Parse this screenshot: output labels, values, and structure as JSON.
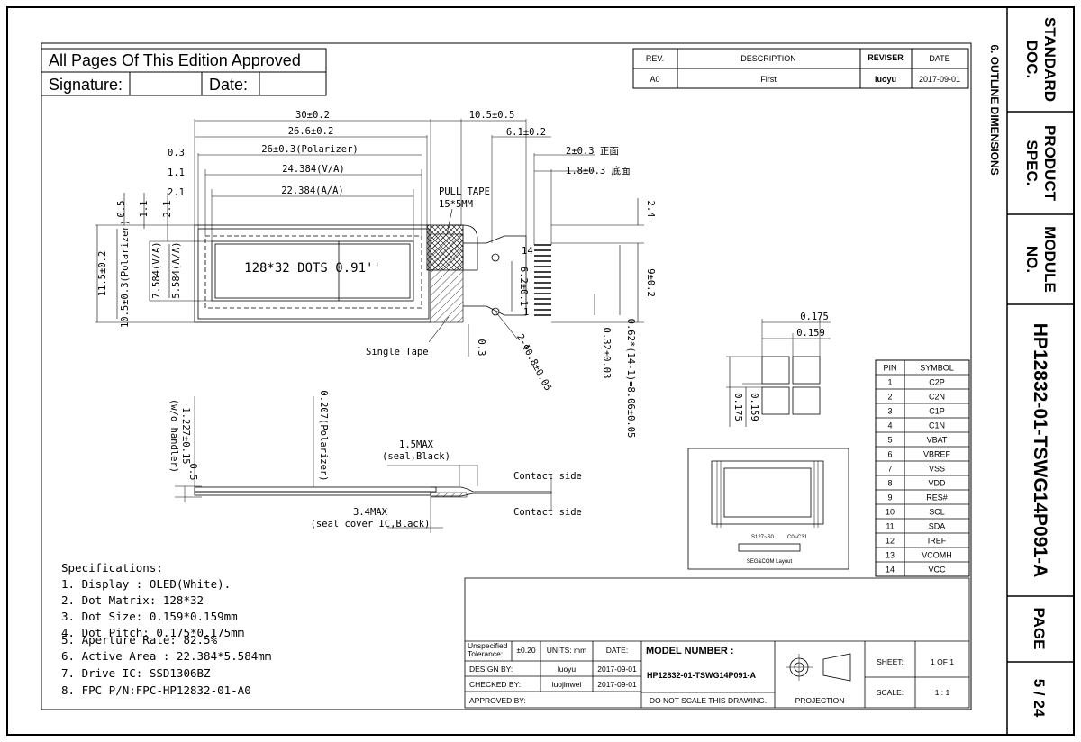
{
  "approval": {
    "title": "All Pages Of This Edition Approved",
    "signature": "Signature:",
    "date": "Date:"
  },
  "revision": {
    "headers": [
      "REV.",
      "DESCRIPTION",
      "REVISER",
      "DATE"
    ],
    "row": [
      "A0",
      "First",
      "luoyu",
      "2017-09-01"
    ]
  },
  "section_title": "6. OUTLINE DIMENSIONS",
  "sidebar": {
    "standard_doc": [
      "STANDARD",
      "DOC."
    ],
    "product_spec": [
      "PRODUCT",
      "SPEC."
    ],
    "module_no": [
      "MODULE",
      "NO."
    ],
    "module_name": "HP12832-01-TSWG14P091-A",
    "page_label": "PAGE",
    "page_value": "5 / 24"
  },
  "front_view": {
    "dims_top": [
      "30±0.2",
      "26.6±0.2",
      "26±0.3(Polarizer)",
      "24.384(V/A)",
      "22.384(A/A)"
    ],
    "dims_left_top": [
      "0.3",
      "1.1",
      "2.1"
    ],
    "dims_right_top": [
      "10.5±0.5",
      "6.1±0.2",
      "2±0.3 正面",
      "1.8±0.3 底面"
    ],
    "dims_vertical": [
      "0.5",
      "1.1",
      "2.1",
      "10.5±0.3(Polarizer)",
      "11.5±0.2",
      "7.584(V/A)",
      "5.584(A/A)",
      "2.4",
      "9±0.2",
      "6.2±0.1",
      "14",
      "1",
      "0.3",
      "0.32±0.03",
      "0.62*(14-1)=8.06±0.05",
      "2-Φ0.8±0.05"
    ],
    "display_text": "128*32 DOTS 0.91''",
    "pull_tape": [
      "PULL TAPE",
      "15*5MM"
    ],
    "single_tape": "Single Tape"
  },
  "side_view": {
    "labels": [
      "1.227±0.15",
      "(w/o handler)",
      "0.5",
      "0.207(Polarizer)",
      "1.5MAX",
      "(seal,Black)",
      "3.4MAX",
      "(seal cover IC,Black)",
      "Contact side",
      "Contact side"
    ]
  },
  "pixel_detail": {
    "labels": [
      "0.175",
      "0.159",
      "0.159",
      "0.175"
    ]
  },
  "seg_com": {
    "labels": [
      "S127~S0",
      "C0~C31",
      "SEG&COM Layout"
    ]
  },
  "pin_table": {
    "headers": [
      "PIN",
      "SYMBOL"
    ],
    "rows": [
      [
        "1",
        "C2P"
      ],
      [
        "2",
        "C2N"
      ],
      [
        "3",
        "C1P"
      ],
      [
        "4",
        "C1N"
      ],
      [
        "5",
        "VBAT"
      ],
      [
        "6",
        "VBREF"
      ],
      [
        "7",
        "VSS"
      ],
      [
        "8",
        "VDD"
      ],
      [
        "9",
        "RES#"
      ],
      [
        "10",
        "SCL"
      ],
      [
        "11",
        "SDA"
      ],
      [
        "12",
        "IREF"
      ],
      [
        "13",
        "VCOMH"
      ],
      [
        "14",
        "VCC"
      ]
    ]
  },
  "specifications": {
    "title": "Specifications:",
    "items": [
      "1. Display :  OLED(White).",
      "2. Dot Matrix:  128*32",
      "3. Dot Size:    0.159*0.159mm",
      "4. Dot Pitch:  0.175*0.175mm",
      "5. Aperture Rate:  82.5%",
      "6. Active Area : 22.384*5.584mm",
      "7. Drive IC: SSD1306BZ",
      "8. FPC P/N:FPC-HP12832-01-A0"
    ]
  },
  "title_block": {
    "unspecified_tolerance": [
      "Unspecified",
      "Tolerance:"
    ],
    "tolerance": "±0.20",
    "units": "UNITS: mm",
    "date_label": "DATE:",
    "design_label": "DESIGN   BY:",
    "design_by": "luoyu",
    "design_date": "2017-09-01",
    "checked_label": "CHECKED  BY:",
    "checked_by": "luojinwei",
    "checked_date": "2017-09-01",
    "approved_label": "APPROVED BY:",
    "model_label": "MODEL NUMBER :",
    "model_number": "HP12832-01-TSWG14P091-A",
    "note": "DO NOT SCALE THIS DRAWING.",
    "projection": "PROJECTION",
    "sheet_label": "SHEET:",
    "sheet_value": "1  OF  1",
    "scale_label": "SCALE:",
    "scale_value": "1 : 1"
  }
}
